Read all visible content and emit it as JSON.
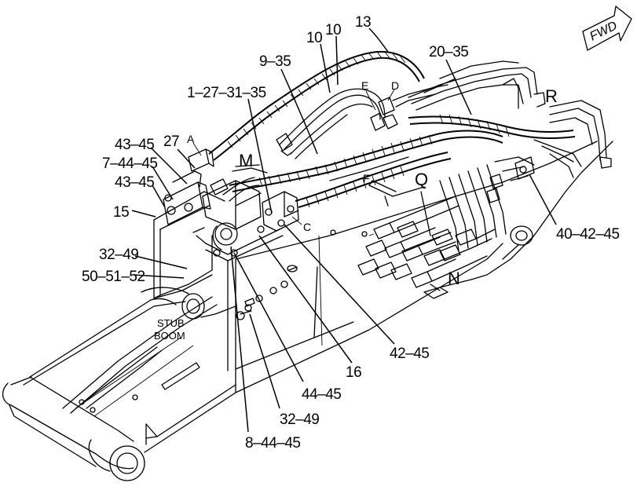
{
  "fwd_label": "FWD",
  "stub_boom": [
    "STUB",
    "BOOM"
  ],
  "callouts": [
    {
      "id": "13",
      "label": "13"
    },
    {
      "id": "10a",
      "label": "10"
    },
    {
      "id": "10b",
      "label": "10"
    },
    {
      "id": "9-35",
      "label": "9–35"
    },
    {
      "id": "20-35",
      "label": "20–35"
    },
    {
      "id": "1-27-31-35",
      "label": "1–27–31–35"
    },
    {
      "id": "43-45a",
      "label": "43–45"
    },
    {
      "id": "27",
      "label": "27"
    },
    {
      "id": "7-44-45",
      "label": "7–44–45"
    },
    {
      "id": "43-45b",
      "label": "43–45"
    },
    {
      "id": "15",
      "label": "15"
    },
    {
      "id": "32-49a",
      "label": "32–49"
    },
    {
      "id": "50-51-52",
      "label": "50–51–52"
    },
    {
      "id": "40-42-45",
      "label": "40–42–45"
    },
    {
      "id": "42-45",
      "label": "42–45"
    },
    {
      "id": "16",
      "label": "16"
    },
    {
      "id": "44-45",
      "label": "44–45"
    },
    {
      "id": "32-49b",
      "label": "32–49"
    },
    {
      "id": "8-44-45",
      "label": "8–44–45"
    }
  ],
  "view_letters": [
    "M",
    "Q",
    "R",
    "N"
  ],
  "detail_letters": [
    "A",
    "C",
    "D",
    "E",
    "F"
  ]
}
